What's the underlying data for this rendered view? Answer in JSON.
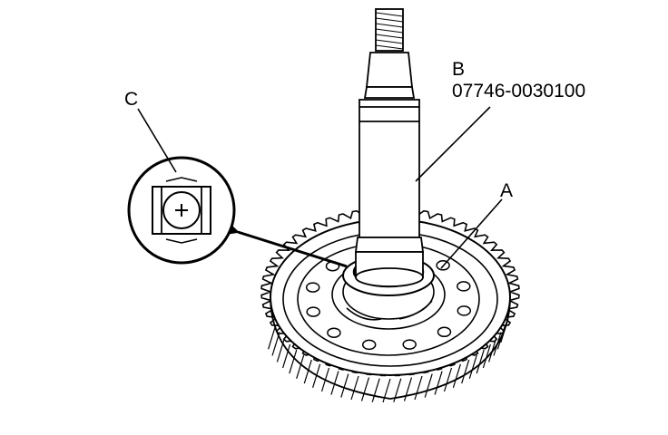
{
  "labels": {
    "a": "A",
    "b": "B",
    "b_part_number": "07746-0030100",
    "c": "C"
  },
  "colors": {
    "line": "#000000",
    "background": "#ffffff"
  }
}
